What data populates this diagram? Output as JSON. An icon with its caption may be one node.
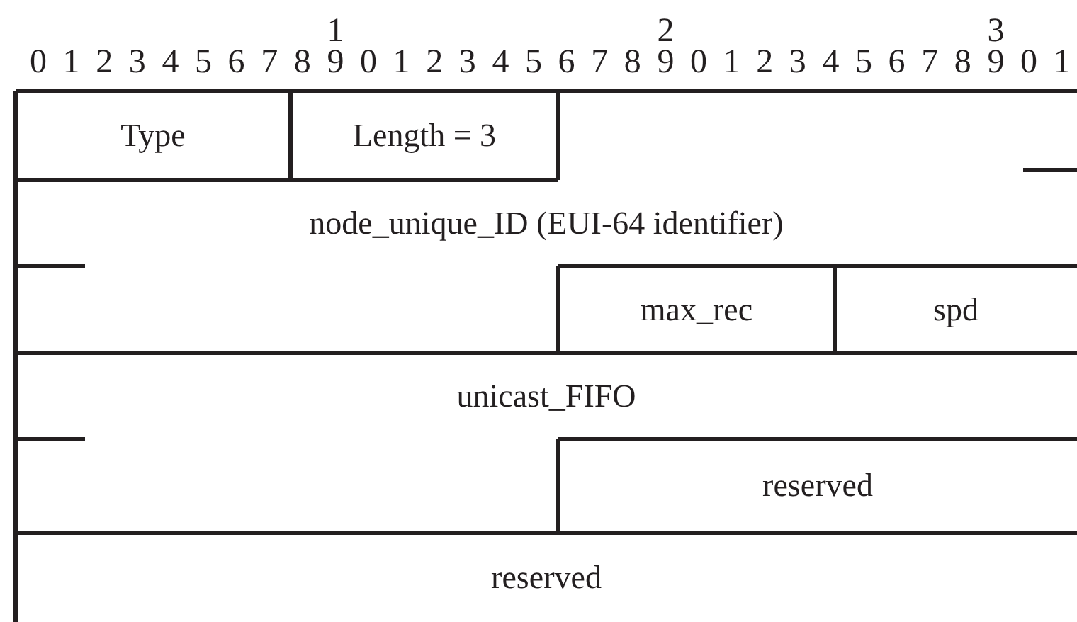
{
  "diagram": {
    "nodes": [
      {
        "text": [
          "Type"
        ]
      },
      {
        "text": [
          "Length = 3"
        ]
      },
      {
        "text": [
          "node_unique_ID (EUI-64 identifier)"
        ]
      },
      {
        "text": [
          "max_rec"
        ]
      },
      {
        "text": [
          "spd"
        ]
      },
      {
        "text": [
          "unicast_FIFO"
        ]
      },
      {
        "text": [
          "reserved"
        ]
      },
      {
        "text": [
          "reserved"
        ]
      }
    ],
    "labels": [
      "1",
      "2",
      "3",
      "0",
      "1",
      "2",
      "3",
      "4",
      "5",
      "6",
      "7",
      "8",
      "9",
      "0",
      "1",
      "2",
      "3",
      "4",
      "5",
      "6",
      "7",
      "8",
      "9",
      "0",
      "1",
      "2",
      "3",
      "4",
      "5",
      "6",
      "7",
      "8",
      "9",
      "0",
      "1"
    ]
  }
}
